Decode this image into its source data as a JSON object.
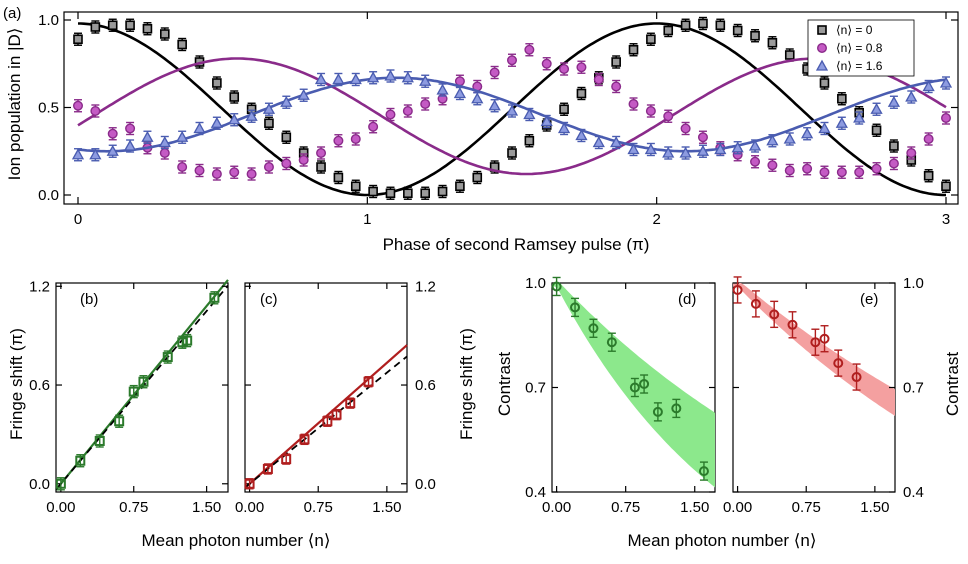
{
  "colors": {
    "black": "#000000",
    "gray_marker": "#9a9a9a",
    "purple": "#8a2b8a",
    "purple_fill": "#c45ac4",
    "blue": "#4a5cb0",
    "blue_fill": "#8d9be0",
    "green": "#2b7a2b",
    "green_fill": "#5fd35f",
    "green_band": "#8ce88c",
    "red": "#b01e1e",
    "red_fill": "#e86b6b",
    "red_band": "#f4a0a0"
  },
  "chart_data": [
    {
      "panel": "(a)",
      "type": "scatter",
      "xlabel": "Phase of second Ramsey pulse (π)",
      "ylabel": "Ion population in |D⟩",
      "xlim": [
        0,
        3
      ],
      "ylim": [
        0,
        1
      ],
      "xticks": [
        "0",
        "1",
        "2",
        "3"
      ],
      "yticks": [
        "0.0",
        "0.5",
        "1.0"
      ],
      "legend": [
        "⟨n⟩ = 0",
        "⟨n⟩ = 0.8",
        "⟨n⟩ = 1.6"
      ],
      "legend_position": "top-right",
      "series": [
        {
          "name": "⟨n⟩ = 0",
          "marker": "square",
          "fit": {
            "offset": 0.49,
            "amplitude": 0.49,
            "phase_shift": 0.0,
            "period": 2.0
          },
          "x": [
            0,
            0.06,
            0.12,
            0.18,
            0.24,
            0.3,
            0.36,
            0.42,
            0.48,
            0.54,
            0.6,
            0.66,
            0.72,
            0.78,
            0.84,
            0.9,
            0.96,
            1.02,
            1.08,
            1.14,
            1.2,
            1.26,
            1.32,
            1.38,
            1.44,
            1.5,
            1.56,
            1.62,
            1.68,
            1.74,
            1.8,
            1.86,
            1.92,
            1.98,
            2.04,
            2.1,
            2.16,
            2.22,
            2.28,
            2.34,
            2.4,
            2.46,
            2.52,
            2.58,
            2.64,
            2.7,
            2.76,
            2.82,
            2.88,
            2.94,
            3.0
          ],
          "y": [
            0.89,
            0.96,
            0.97,
            0.97,
            0.95,
            0.92,
            0.86,
            0.76,
            0.64,
            0.56,
            0.49,
            0.41,
            0.33,
            0.24,
            0.16,
            0.1,
            0.05,
            0.02,
            0.01,
            0.01,
            0.01,
            0.02,
            0.05,
            0.1,
            0.16,
            0.24,
            0.31,
            0.4,
            0.49,
            0.58,
            0.67,
            0.76,
            0.83,
            0.89,
            0.94,
            0.97,
            0.98,
            0.97,
            0.94,
            0.91,
            0.87,
            0.8,
            0.72,
            0.64,
            0.55,
            0.47,
            0.37,
            0.28,
            0.2,
            0.11,
            0.05
          ]
        },
        {
          "name": "⟨n⟩ = 0.8",
          "marker": "circle",
          "fit": {
            "offset": 0.45,
            "amplitude": 0.33,
            "phase_shift": 0.55,
            "period": 2.0
          },
          "x": [
            0,
            0.06,
            0.12,
            0.18,
            0.24,
            0.3,
            0.36,
            0.42,
            0.48,
            0.54,
            0.6,
            0.66,
            0.72,
            0.78,
            0.84,
            0.9,
            0.96,
            1.02,
            1.08,
            1.14,
            1.2,
            1.26,
            1.32,
            1.38,
            1.44,
            1.5,
            1.56,
            1.62,
            1.68,
            1.74,
            1.8,
            1.86,
            1.92,
            1.98,
            2.04,
            2.1,
            2.16,
            2.22,
            2.28,
            2.34,
            2.4,
            2.46,
            2.52,
            2.58,
            2.64,
            2.7,
            2.76,
            2.82,
            2.88,
            2.94,
            3.0
          ],
          "y": [
            0.51,
            0.48,
            0.35,
            0.38,
            0.27,
            0.24,
            0.16,
            0.14,
            0.12,
            0.13,
            0.12,
            0.16,
            0.18,
            0.2,
            0.24,
            0.31,
            0.32,
            0.39,
            0.46,
            0.48,
            0.52,
            0.55,
            0.65,
            0.62,
            0.7,
            0.77,
            0.83,
            0.75,
            0.72,
            0.73,
            0.66,
            0.62,
            0.52,
            0.48,
            0.45,
            0.38,
            0.33,
            0.27,
            0.23,
            0.19,
            0.17,
            0.14,
            0.15,
            0.13,
            0.13,
            0.13,
            0.15,
            0.18,
            0.24,
            0.32,
            0.44
          ]
        },
        {
          "name": "⟨n⟩ = 1.6",
          "marker": "triangle",
          "fit": {
            "offset": 0.46,
            "amplitude": 0.21,
            "phase_shift": 1.1,
            "period": 2.0
          },
          "x": [
            0,
            0.06,
            0.12,
            0.18,
            0.24,
            0.3,
            0.36,
            0.42,
            0.48,
            0.54,
            0.6,
            0.66,
            0.72,
            0.78,
            0.84,
            0.9,
            0.96,
            1.02,
            1.08,
            1.14,
            1.2,
            1.26,
            1.32,
            1.38,
            1.44,
            1.5,
            1.56,
            1.62,
            1.68,
            1.74,
            1.8,
            1.86,
            1.92,
            1.98,
            2.04,
            2.1,
            2.16,
            2.22,
            2.28,
            2.34,
            2.4,
            2.46,
            2.52,
            2.58,
            2.64,
            2.7,
            2.76,
            2.82,
            2.88,
            2.94,
            3.0
          ],
          "y": [
            0.23,
            0.23,
            0.25,
            0.28,
            0.33,
            0.3,
            0.33,
            0.38,
            0.41,
            0.43,
            0.45,
            0.49,
            0.53,
            0.57,
            0.66,
            0.66,
            0.66,
            0.67,
            0.68,
            0.67,
            0.65,
            0.6,
            0.58,
            0.55,
            0.51,
            0.48,
            0.46,
            0.42,
            0.38,
            0.34,
            0.3,
            0.3,
            0.26,
            0.26,
            0.24,
            0.24,
            0.25,
            0.26,
            0.27,
            0.28,
            0.31,
            0.32,
            0.35,
            0.38,
            0.41,
            0.44,
            0.49,
            0.53,
            0.56,
            0.62,
            0.64
          ]
        }
      ]
    },
    {
      "panel": "(b)",
      "type": "scatter",
      "xlabel": "Mean photon number ⟨n⟩",
      "ylabel": "Fringe shift (π)",
      "xlim": [
        -0.05,
        1.72
      ],
      "ylim": [
        -0.05,
        1.22
      ],
      "xticks": [
        "0.00",
        "0.75",
        "1.50"
      ],
      "yticks": [
        "0.0",
        "0.6",
        "1.2"
      ],
      "x": [
        0.0,
        0.2,
        0.4,
        0.6,
        0.75,
        0.85,
        1.1,
        1.25,
        1.3,
        1.58
      ],
      "y": [
        0.0,
        0.14,
        0.26,
        0.38,
        0.56,
        0.62,
        0.77,
        0.86,
        0.87,
        1.13
      ],
      "fit_slope": 0.7
    },
    {
      "panel": "(c)",
      "type": "scatter",
      "xlabel": "Mean photon number ⟨n⟩",
      "ylabel": "Fringe shift (π)",
      "xlim": [
        -0.05,
        1.72
      ],
      "ylim": [
        -0.05,
        1.22
      ],
      "xticks": [
        "0.00",
        "0.75",
        "1.50"
      ],
      "yticks": [
        "0.0",
        "0.6",
        "1.2"
      ],
      "x": [
        0.0,
        0.2,
        0.4,
        0.6,
        0.85,
        0.95,
        1.1,
        1.3
      ],
      "y": [
        0.0,
        0.09,
        0.15,
        0.27,
        0.38,
        0.42,
        0.49,
        0.62
      ],
      "fit_slope": 0.5
    },
    {
      "panel": "(d)",
      "type": "scatter",
      "xlabel": "Mean photon number ⟨n⟩",
      "ylabel": "Contrast",
      "xlim": [
        -0.05,
        1.72
      ],
      "ylim": [
        0.4,
        1.0
      ],
      "xticks": [
        "0.00",
        "0.75",
        "1.50"
      ],
      "yticks": [
        "0.4",
        "0.7",
        "1.0"
      ],
      "x": [
        0.0,
        0.2,
        0.4,
        0.6,
        0.85,
        0.95,
        1.1,
        1.3,
        1.6
      ],
      "y": [
        0.99,
        0.93,
        0.87,
        0.83,
        0.7,
        0.71,
        0.63,
        0.64,
        0.46
      ]
    },
    {
      "panel": "(e)",
      "type": "scatter",
      "xlabel": "",
      "ylabel": "Contrast",
      "xlim": [
        -0.05,
        1.72
      ],
      "ylim": [
        0.4,
        1.0
      ],
      "xticks": [
        "0.00",
        "0.75",
        "1.50"
      ],
      "yticks": [
        "0.4",
        "0.7",
        "1.0"
      ],
      "x": [
        0.0,
        0.2,
        0.4,
        0.6,
        0.85,
        0.95,
        1.1,
        1.3
      ],
      "y": [
        0.98,
        0.94,
        0.91,
        0.88,
        0.83,
        0.84,
        0.77,
        0.73
      ]
    }
  ]
}
